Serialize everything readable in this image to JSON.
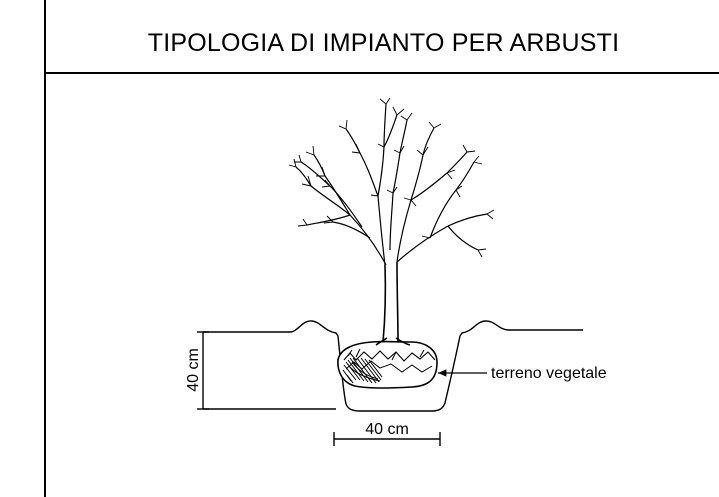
{
  "title": "TIPOLOGIA DI IMPIANTO PER ARBUSTI",
  "labels": {
    "depth": "40 cm",
    "width": "40 cm",
    "soil": "terreno vegetale"
  }
}
